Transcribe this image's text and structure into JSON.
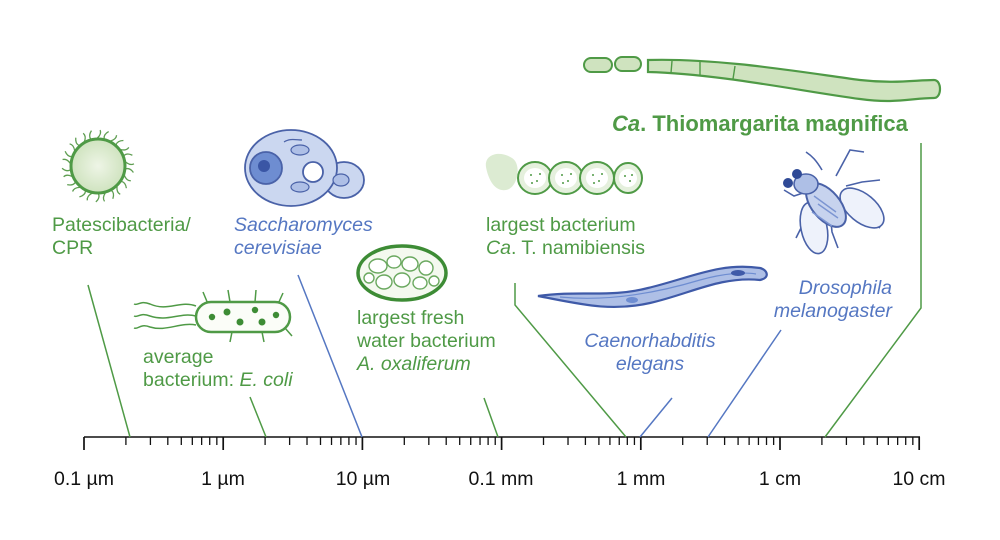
{
  "axis": {
    "tick_labels": [
      "0.1 µm",
      "1 µm",
      "10 µm",
      "0.1 mm",
      "1 mm",
      "1 cm",
      "10 cm"
    ],
    "scale": "log"
  },
  "organisms": {
    "patescibacteria": {
      "line1": "Patescibacteria/",
      "line2": "CPR"
    },
    "ecoli": {
      "line1": "average",
      "line2_prefix": "bacterium: ",
      "line2_italic": "E. coli"
    },
    "saccharomyces": {
      "line1": "Saccharomyces",
      "line2": "cerevisiae"
    },
    "oxaliferum": {
      "line1": "largest fresh",
      "line2": "water bacterium",
      "line3": "A. oxaliferum"
    },
    "namibiensis": {
      "line1": "largest bacterium",
      "line2_italic": "Ca",
      "line2_rest": ". T. namibiensis"
    },
    "elegans": {
      "line1": "Caenorhabditis",
      "line2": "elegans"
    },
    "drosophila": {
      "line1": "Drosophila",
      "line2": "melanogaster"
    },
    "magnifica": {
      "italic": "Ca",
      "rest": ". Thiomargarita magnifica"
    }
  },
  "colors": {
    "green": "#4f9a46",
    "blue": "#5577c2",
    "axis": "#111111"
  }
}
